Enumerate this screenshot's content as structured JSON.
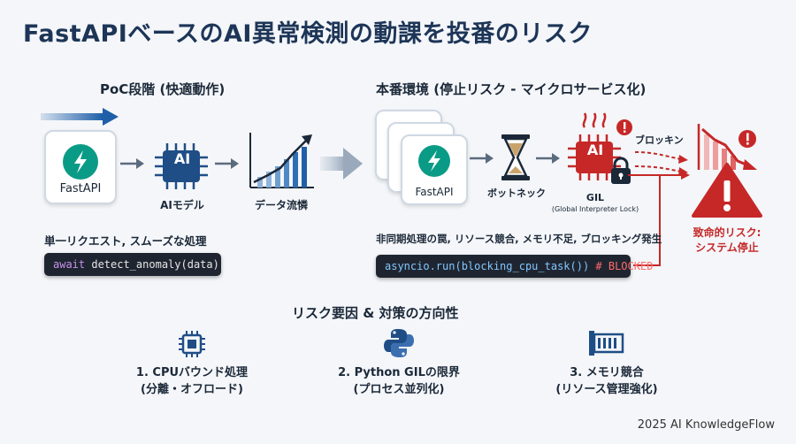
{
  "title": "FastAPIベースのAI異常検測の動課を投番のリスク",
  "poc": {
    "heading": "PoC段階 (快適動作)",
    "fastapi_label": "FastAPI",
    "ai_chip_text": "AI",
    "ai_label": "AIモデル",
    "data_label": "データ流憐",
    "desc": "単一リクエスト, スムーズな処理",
    "code": {
      "kw": "await",
      "rest": " detect_anomaly(data)"
    }
  },
  "prod": {
    "heading": "本番環境 (停止リスク - マイクロサービス化)",
    "fastapi_label": "FastAPI",
    "bottleneck_label": "ボットネック",
    "ai_chip_text": "AI",
    "gil_label": "GIL",
    "gil_sub": "(Global Interpreter Lock)",
    "blocking_label": "ブロッキン",
    "desc": "非同期処理の罠, リソース競合, メモリ不足, ブロッキング発生",
    "code": {
      "fn": "asyncio.run(blocking_cpu_task())",
      "comment": " # BLOCKED"
    },
    "risk_line1": "致命的リスク:",
    "risk_line2": "システム停止"
  },
  "bottom": {
    "heading": "リスク要因 & 対策の方向性",
    "items": [
      {
        "line1": "1. CPUバウンド処理",
        "line2": "(分離・オフロード)",
        "icon": "cpu-chip-icon"
      },
      {
        "line1": "2. Python GILの限界",
        "line2": "(プロセス並列化)",
        "icon": "python-logo-icon"
      },
      {
        "line1": "3. メモリ競合",
        "line2": "(リソース管理強化)",
        "icon": "memory-module-icon"
      }
    ]
  },
  "footer": "2025 AI KnowledgeFlow",
  "colors": {
    "accent_blue": "#1f5fa8",
    "teal": "#0a9b86",
    "risk_red": "#c62828",
    "chip_blue": "#1f4e86"
  }
}
